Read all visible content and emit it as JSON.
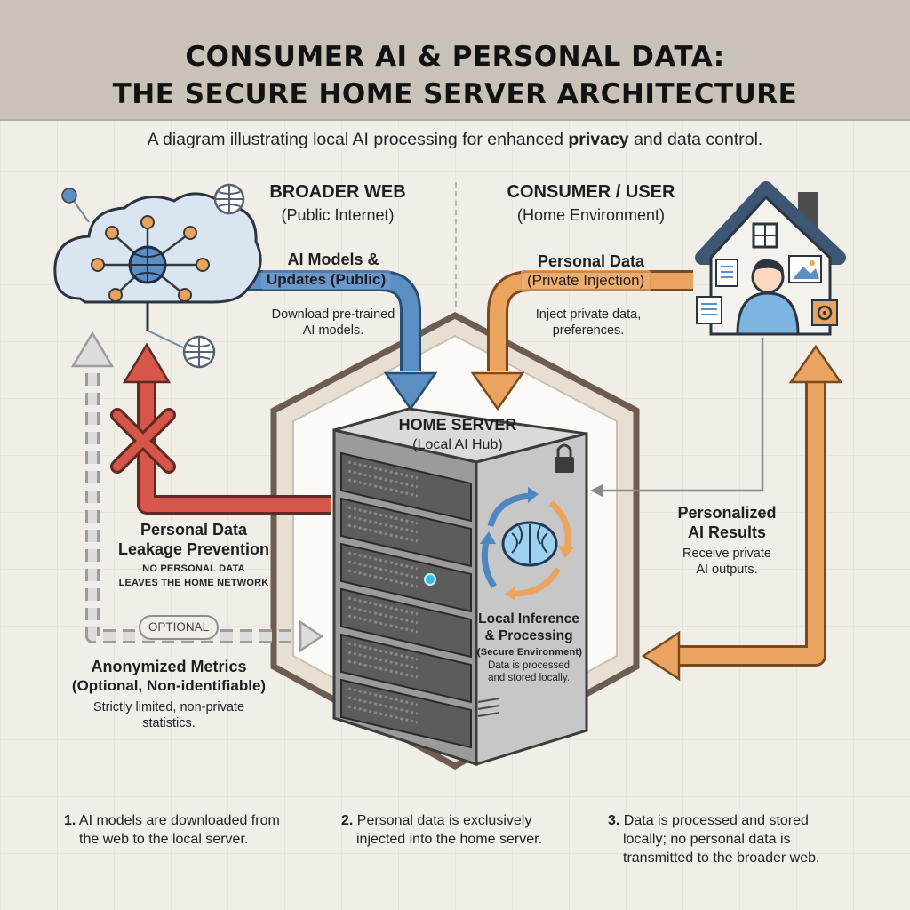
{
  "header": {
    "title_line1": "CONSUMER AI & PERSONAL DATA:",
    "title_line2": "THE SECURE HOME SERVER ARCHITECTURE",
    "subtitle_before": "A diagram illustrating local AI processing for enhanced ",
    "subtitle_bold": "privacy",
    "subtitle_after": " and data control."
  },
  "web": {
    "title": "BROADER WEB",
    "subtitle": "(Public Internet)"
  },
  "user": {
    "title": "CONSUMER / USER",
    "subtitle": "(Home Environment)"
  },
  "flows": {
    "models": {
      "line1": "AI Models &",
      "line2": "Updates (Public)",
      "desc1": "Download pre-trained",
      "desc2": "AI models."
    },
    "personal": {
      "line1": "Personal Data",
      "line2": "(Private Injection)",
      "desc1": "Inject private data,",
      "desc2": "preferences."
    },
    "results": {
      "line1": "Personalized",
      "line2": "AI Results",
      "desc1": "Receive private",
      "desc2": "AI outputs."
    },
    "leakage": {
      "line1": "Personal Data",
      "line2": "Leakage Prevention",
      "note1": "NO PERSONAL DATA",
      "note2": "LEAVES THE HOME NETWORK"
    },
    "metrics": {
      "badge": "OPTIONAL",
      "line1": "Anonymized Metrics",
      "line2": "(Optional, Non-identifiable)",
      "desc1": "Strictly limited, non-private",
      "desc2": "statistics."
    }
  },
  "server": {
    "title": "HOME SERVER",
    "subtitle": "(Local AI Hub)",
    "process_line1": "Local Inference",
    "process_line2": "& Processing",
    "process_line3": "(Secure Environment)",
    "note1": "Data is processed",
    "note2": "and stored locally."
  },
  "footnotes": [
    {
      "num": "1.",
      "line1": "AI models are downloaded from",
      "line2": "the web to the local server."
    },
    {
      "num": "2.",
      "line1": "Personal data is exclusively",
      "line2": "injected into the home server."
    },
    {
      "num": "3.",
      "line1": "Data is processed and stored",
      "line2": "locally; no personal data is",
      "line3": "transmitted to the broader web."
    }
  ],
  "colors": {
    "blue_arrow": "#5b8fc4",
    "orange_arrow": "#eaa45f",
    "red_arrow": "#d6574a",
    "gray_dashed": "#b9b9b9",
    "banner": "#c9c2b8"
  },
  "icons": [
    "cloud-network-icon",
    "globe-icon",
    "house-icon",
    "user-icon",
    "server-rack-icon",
    "lock-icon",
    "brain-icon",
    "cycle-arrows-icon",
    "x-block-icon",
    "document-icon",
    "image-icon",
    "settings-icon"
  ]
}
